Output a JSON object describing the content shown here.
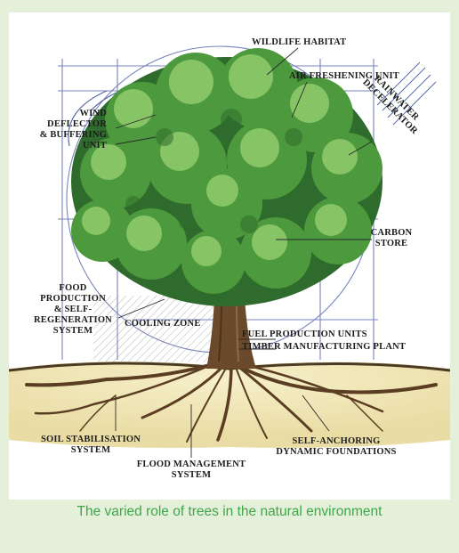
{
  "figure": {
    "labels": {
      "wildlife_habitat": "WILDLIFE HABITAT",
      "air_freshening": "AIR FRESHENING UNIT",
      "rainwater": [
        "RAINWATER",
        "DECELERATOR"
      ],
      "wind": [
        "WIND",
        "DEFLECTOR",
        "& BUFFERING",
        "UNIT"
      ],
      "carbon": [
        "CARBON",
        "STORE"
      ],
      "food": [
        "FOOD",
        "PRODUCTION",
        "& SELF-",
        "REGENERATION",
        "SYSTEM"
      ],
      "cooling": "COOLING ZONE",
      "fuel": "FUEL PRODUCTION UNITS",
      "timber": "TIMBER MANUFACTURING PLANT",
      "soil": [
        "SOIL STABILISATION",
        "SYSTEM"
      ],
      "flood": [
        "FLOOD MANAGEMENT",
        "SYSTEM"
      ],
      "anchoring": [
        "SELF-ANCHORING",
        "DYNAMIC FOUNDATIONS"
      ]
    }
  },
  "caption": "The varied role of trees in the natural environment",
  "colors": {
    "panel_background": "#e4f0d9",
    "caption_text": "#3fa64a",
    "foliage_dark": "#2f6b2c",
    "foliage_mid": "#4c9a3d",
    "foliage_light": "#86c465",
    "trunk": "#6b4a2c",
    "soil": "#efe4b3"
  }
}
